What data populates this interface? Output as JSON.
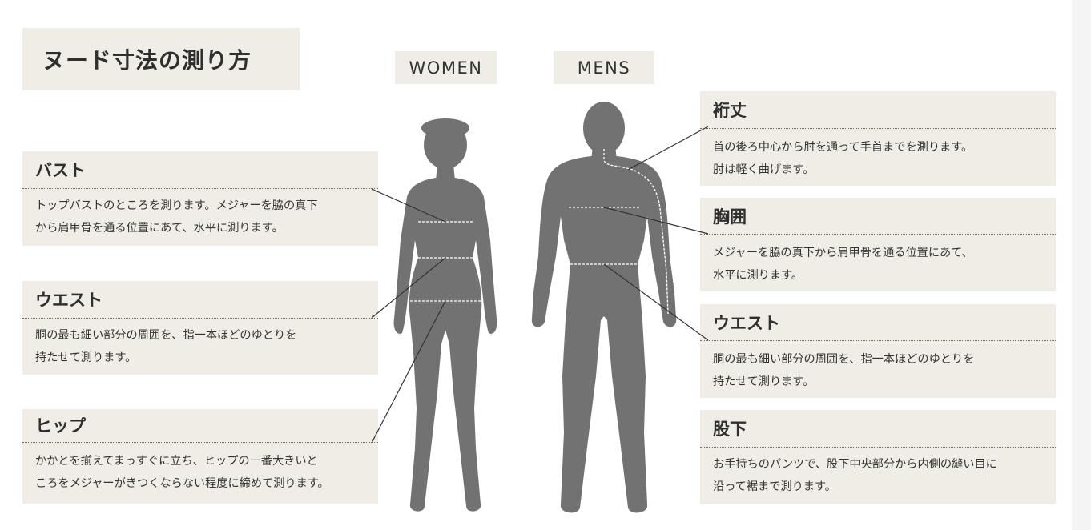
{
  "title": "ヌード寸法の測り方",
  "figures": {
    "women_label": "WOMEN",
    "men_label": "MENS"
  },
  "women_items": [
    {
      "title": "バスト",
      "body": [
        "トップバストのところを測ります。メジャーを脇の真下",
        "から肩甲骨を通る位置にあて、水平に測ります。"
      ]
    },
    {
      "title": "ウエスト",
      "body": [
        "胴の最も細い部分の周囲を、指一本ほどのゆとりを",
        "持たせて測ります。"
      ]
    },
    {
      "title": "ヒップ",
      "body": [
        "かかとを揃えてまっすぐに立ち、ヒップの一番大きいと",
        "ころをメジャーがきつくならない程度に締めて測ります。"
      ]
    }
  ],
  "men_items": [
    {
      "title": "裄丈",
      "body": [
        "首の後ろ中心から肘を通って手首までを測ります。",
        "肘は軽く曲げます。"
      ]
    },
    {
      "title": "胸囲",
      "body": [
        "メジャーを脇の真下から肩甲骨を通る位置にあて、",
        "水平に測ります。"
      ]
    },
    {
      "title": "ウエスト",
      "body": [
        "胴の最も細い部分の周囲を、指一本ほどのゆとりを",
        "持たせて測ります。"
      ]
    },
    {
      "title": "股下",
      "body": [
        "お手持ちのパンツで、股下中央部分から内側の縫い目に",
        "沿って裾まで測ります。"
      ]
    }
  ],
  "colors": {
    "card_bg": "#efede6",
    "silhouette": "#727272",
    "line": "#333333",
    "measure_line": "#ffffff"
  }
}
